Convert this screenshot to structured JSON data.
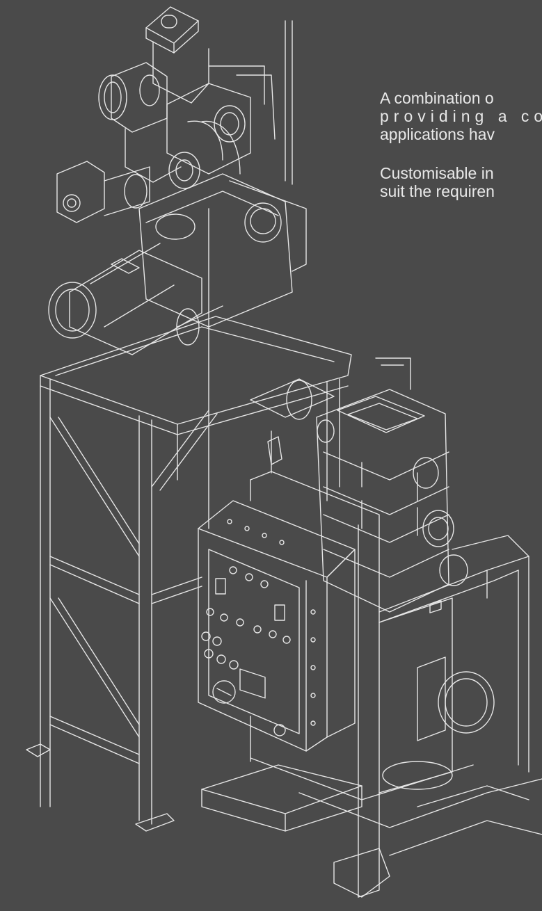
{
  "text": {
    "paragraph_1_lines": [
      "A combination o",
      "providing a co",
      "applications hav"
    ],
    "paragraph_2_lines": [
      "Customisable in",
      "suit the requiren"
    ]
  },
  "colors": {
    "background": "#4a4a4a",
    "line_art": "#e6e6e6",
    "text": "#e8e8e8"
  },
  "illustration": {
    "icon": "vacuum-pump-skid-line-drawing"
  }
}
